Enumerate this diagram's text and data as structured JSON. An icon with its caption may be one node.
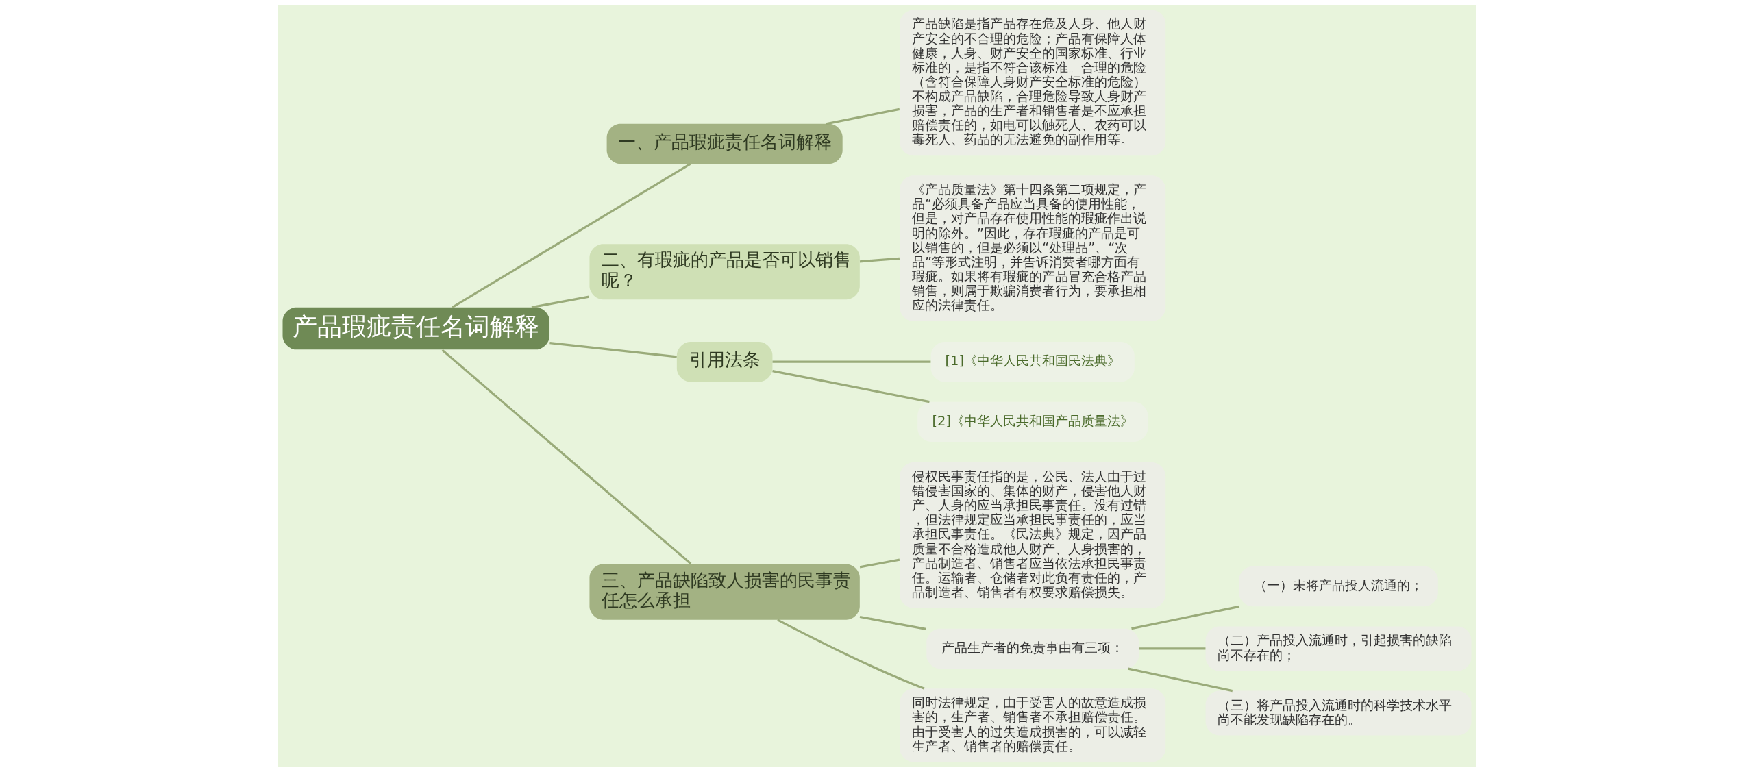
{
  "diagram": {
    "nodes": [
      {
        "text": [
          "产品瑕疵责任名词解释"
        ]
      },
      {
        "text": [
          "一、产品瑕疵责任名词解释"
        ]
      },
      {
        "text": [
          "产品缺陷是指产品存在危及人身、他人财产安全的不合理的危险；产品有保障人体健康，人身、财产安全的国家标准、行业标准的，是指不符合该标准。合理的危险（含符合保障人身财产安全标准的危险）不构成产品缺陷，合理危险导致人身财产损害，产品的生产者和销售者是不应承担赔偿责任的，如电可以触死人、农药可以毒死人、药品的无法避免的副作用等。"
        ]
      },
      {
        "text": [
          "二、有瑕疵的产品是否可以销售呢？"
        ]
      },
      {
        "text": [
          "《产品质量法》第十四条第二项规定，产品“必须具备产品应当具备的使用性能，但是，对产品存在使用性能的瑕疵作出说明的除外。”因此，存在瑕疵的产品是可以销售的，但是必须以“处理品”、“次品”等形式注明，并告诉消费者哪方面有瑕疵。如果将有瑕疵的产品冒充合格产品销售，则属于欺骗消费者行为，要承担相应的法律责任。"
        ]
      },
      {
        "text": [
          "引用法条"
        ]
      },
      {
        "text": [
          "[1]《中华人民共和国民法典》"
        ]
      },
      {
        "text": [
          "[2]《中华人民共和国产品质量法》"
        ]
      },
      {
        "text": [
          "三、产品缺陷致人损害的民事责任怎么承担"
        ]
      },
      {
        "text": [
          "侵权民事责任指的是，公民、法人由于过错侵害国家的、集体的财产，侵害他人财产、人身的应当承担民事责任。没有过错，但法律规定应当承担民事责任的，应当承担民事责任。《民法典》规定，因产品质量不合格造成他人财产、人身损害的，产品制造者、销售者应当依法承担民事责任。运输者、仓储者对此负有责任的，产品制造者、销售者有权要求赔偿损失。"
        ]
      },
      {
        "text": [
          "产品生产者的免责事由有三项："
        ]
      },
      {
        "text": [
          "（一）未将产品投人流通的；"
        ]
      },
      {
        "text": [
          "（二）产品投入流通时，引起损害的缺陷尚不存在的；"
        ]
      },
      {
        "text": [
          "（三）将产品投入流通时的科学技术水平尚不能发现缺陷存在的。"
        ]
      },
      {
        "text": [
          "同时法律规定，由于受害人的故意造成损害的，生产者、销售者不承担赔偿责任。由于受害人的过失造成损害的，可以减轻生产者、销售者的赔偿责任。"
        ]
      }
    ],
    "edges": [
      {
        "from": 0,
        "to": 1,
        "arrow": "none"
      },
      {
        "from": 1,
        "to": 2,
        "arrow": "none"
      },
      {
        "from": 0,
        "to": 3,
        "arrow": "none"
      },
      {
        "from": 3,
        "to": 4,
        "arrow": "none"
      },
      {
        "from": 0,
        "to": 5,
        "arrow": "none"
      },
      {
        "from": 5,
        "to": 6,
        "arrow": "none"
      },
      {
        "from": 5,
        "to": 7,
        "arrow": "none"
      },
      {
        "from": 0,
        "to": 8,
        "arrow": "none"
      },
      {
        "from": 8,
        "to": 9,
        "arrow": "none"
      },
      {
        "from": 8,
        "to": 10,
        "arrow": "none"
      },
      {
        "from": 10,
        "to": 11,
        "arrow": "none"
      },
      {
        "from": 10,
        "to": 12,
        "arrow": "none"
      },
      {
        "from": 10,
        "to": 13,
        "arrow": "none"
      },
      {
        "from": 8,
        "to": 14,
        "arrow": "none"
      }
    ]
  }
}
